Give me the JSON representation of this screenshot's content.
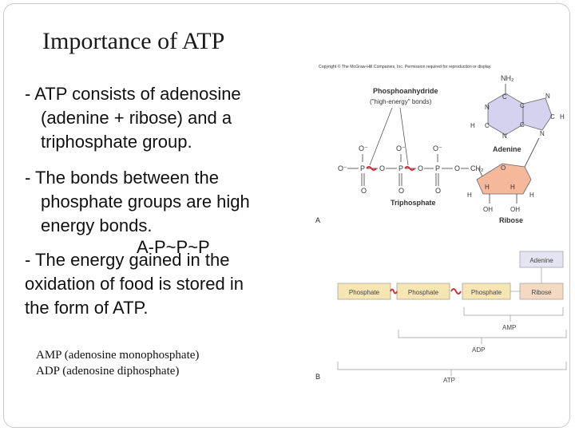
{
  "slide": {
    "title": "Importance of ATP",
    "bullets": [
      [
        "- ATP consists of adenosine",
        "(adenine + ribose) and a",
        "triphosphate group."
      ],
      [
        "- The bonds between the",
        "phosphate groups are high",
        "energy bonds."
      ],
      [
        "- The energy gained in the",
        "oxidation of food is stored in",
        "the form of ATP."
      ]
    ],
    "overlay_formula": "A-P~P~P",
    "abbreviations": [
      "AMP (adenosine monophosphate)",
      "ADP (adenosine diphosphate)"
    ]
  },
  "figure": {
    "copyright": "Copyright © The McGraw-Hill Companies, Inc. Permission required for reproduction or display.",
    "panel_a_label": "A",
    "panel_b_label": "B",
    "phosphoanhydride_label": "Phosphoanhydride",
    "phosphoanhydride_sub": "(\"high-energy\" bonds)",
    "triphosphate_label": "Triphosphate",
    "adenine_label": "Adenine",
    "ribose_label": "Ribose",
    "nh2_label": "NH₂",
    "atoms": {
      "o_minus": "O⁻",
      "o": "O",
      "p": "P",
      "c": "C",
      "n": "N",
      "h": "H",
      "oh": "OH",
      "ch2": "CH₂"
    },
    "boxes": {
      "phosphate": "Phosphate",
      "ribose": "Ribose",
      "adenine": "Adenine"
    },
    "bracket_labels": {
      "amp": "AMP",
      "adp": "ADP",
      "atp": "ATP"
    },
    "colors": {
      "phosphate_box": "#f6e6b4",
      "adenine_box": "#e4e4f2",
      "adenine_ring": "#d4d2ee",
      "ribose_ring": "#f5b89a",
      "bond_red": "#d0343a"
    }
  }
}
